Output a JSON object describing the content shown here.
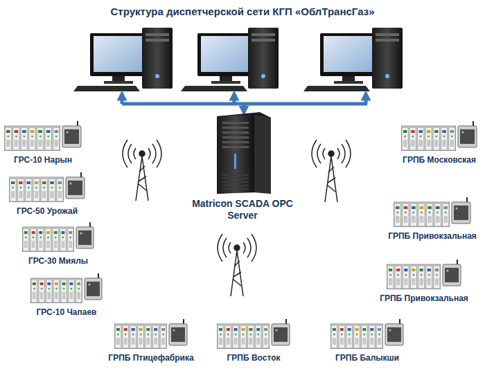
{
  "diagram": {
    "title": "Структура диспетчерской сети КГП «ОблТрансГаз»",
    "nodes": [
      {
        "text": [
          "ГРС-10 Нарын"
        ]
      },
      {
        "text": [
          "ГРПБ Московская"
        ]
      },
      {
        "text": [
          "Matricon SCADA OPC Server"
        ]
      },
      {
        "text": [
          "ГРС-50 Урожай"
        ]
      },
      {
        "text": [
          "ГРПБ Привокзальная"
        ]
      },
      {
        "text": [
          "ГРС-30 Миялы"
        ]
      },
      {
        "text": [
          "ГРПБ Привокзальная"
        ]
      },
      {
        "text": [
          "ГРС-10 Чапаев"
        ]
      },
      {
        "text": [
          "ГРПБ Птицефабрика"
        ]
      },
      {
        "text": [
          "ГРПБ Восток"
        ]
      },
      {
        "text": [
          "ГРПБ Балыкши"
        ]
      }
    ]
  }
}
